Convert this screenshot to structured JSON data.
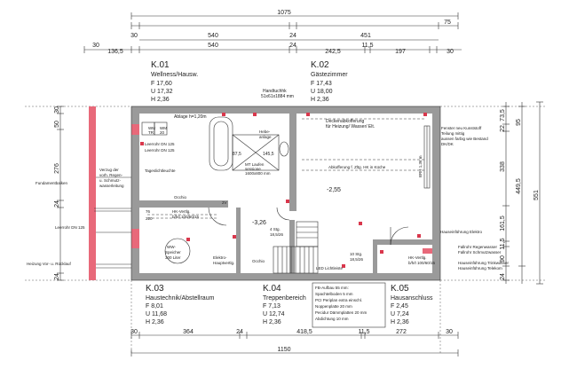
{
  "dims": {
    "top_total": "1075",
    "top_seg_30_left": "30",
    "top_540_a": "540",
    "top_24": "24",
    "top_451": "451",
    "top_75": "75",
    "row2_30": "30",
    "row2_136_5": "136,5",
    "row2_540": "540",
    "row2_24": "24",
    "row2_242_5": "242,5",
    "row2_11_5": "11,5",
    "row2_197": "197",
    "row2_30_right": "30",
    "bot_30": "30",
    "bot_364": "364",
    "bot_24": "24",
    "bot_418_5": "418,5",
    "bot_11_5": "11,5",
    "bot_272": "272",
    "bot_30_r": "30",
    "bot_total": "1150",
    "left_30": "30",
    "left_50": "50",
    "left_276": "276",
    "left_24": "24",
    "left_24b": "24",
    "right_73_5": "73,5",
    "right_22": "22",
    "right_338": "338",
    "right_449_5": "449,5",
    "right_551": "551",
    "right_161_5": "161,5",
    "right_11_5": "11,5",
    "right_90": "90",
    "right_24": "24",
    "right_95": "95"
  },
  "rooms": [
    {
      "id": "K.01",
      "name": "Wellness/Hausw.",
      "f": "F  17,60",
      "u": "U  17,32",
      "h": "H  2,36"
    },
    {
      "id": "K.02",
      "name": "Gästezimmer",
      "f": "F  17,43",
      "u": "U  18,00",
      "h": "H  2,36"
    },
    {
      "id": "K.03",
      "name": "Haustechnik/Abstellraum",
      "f": "F  8,01",
      "u": "U  11,68",
      "h": "H  2,36"
    },
    {
      "id": "K.04",
      "name": "Treppenbereich",
      "f": "F  7,13",
      "u": "U  12,74",
      "h": "H  2,36"
    },
    {
      "id": "K.05",
      "name": "Hausanschluss",
      "f": "F  2,45",
      "u": "U  7,24",
      "h": "H  2,36"
    }
  ],
  "notes": {
    "handtuchhk": "Handtuchhk",
    "handtuchhk_size": "51x61x1884 mm",
    "ablage": "Ablage h=1,20m",
    "leerrohr_a": "Leerrohr DN 125",
    "leerrohr_b": "Leerrohr DN 125",
    "tageslicht": "Tageslichtleuchte",
    "mt_laufen": "MT Laufen",
    "mt_laufen_2": "sessione",
    "mt_laufen_3": "1600x800 mm",
    "hebeanlage": "Hebe-",
    "hebeanlage_2": "anlage",
    "dim_87_5": "87,5",
    "dim_145_5": "145,5",
    "deckenab_1": "Deckenabkofferung",
    "deckenab_2": "für Heizung/ Wasser/ Elt.",
    "abkofferung": "Abkofferung f. Zltg. HK in Küche",
    "brh": "BRH 1,36 m",
    "fenster_1": "Fenster neu Kunststoff",
    "fenster_2": "Teilung mittig",
    "fenster_3": "aussen farbig wie Bestand",
    "fenster_4": "DK/DK",
    "minus_255": "-2,55",
    "minus_326": "-3,26",
    "fundament": "Fundamentbalken",
    "verzug_1": "Verzug der",
    "verzug_2": "vorh. Regen-",
    "verzug_3": "u. Schmutz-",
    "verzug_4": "wasserleitung",
    "occhio_1": "Occhio",
    "leerrohr_c": "Leerrohr DN 125",
    "hk_vert_1": "HK-Vertlg.",
    "hk_vert_1b": "b/h/t 100/60/15",
    "hk_vert_2": "HK-Vertlg.",
    "hk_vert_2b": "b/h/t 100/60/15",
    "ww_speicher_1": "WW-",
    "ww_speicher_2": "Speicher",
    "ww_speicher_3": "300 Liter",
    "elektro_vert_1": "Elektro-",
    "elektro_vert_2": "Hauptvertlg.",
    "occhio_2": "Occhio",
    "stg4_1": "4 Stg.",
    "stg4_2": "18,5/26",
    "stg10_1": "10 Stg.",
    "stg10_2": "18,5/26",
    "led": "LED Lichtleiste",
    "heizung_vor": "Heizung Vor- u. Rücklauf",
    "hauseinf_elektro": "Hauseinführung Elektro",
    "fallrohr_regen": "Fallrohr Regenwasser",
    "fallrohr_schmutz": "Fallrohr Schmutzwasser",
    "hauseinf_trink": "Hauseinführung Trinkwasser",
    "hauseinf_tel": "Hauseinführung Telekom",
    "floor_1": "FB-Aufbau 55 mm:",
    "floor_2": "Spachtelboden 5 mm",
    "floor_3": "PCI Periplan extra einschl.",
    "floor_4": "Noppenplatte 20 mm",
    "floor_5": "Pecidur Dämmplatten 20 mm",
    "floor_6": "Abdichtung 10 mm",
    "wm": "WM",
    "tr": "TR",
    "wm2": "WM",
    "n20": "20",
    "n220": "220",
    "n2v": "2V",
    "n76": "76"
  }
}
